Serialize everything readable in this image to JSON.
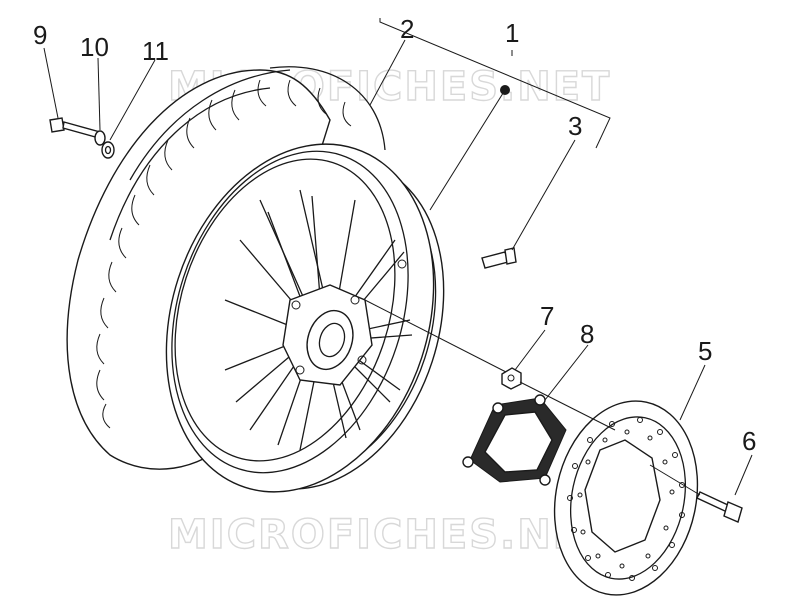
{
  "watermark": {
    "top": "MICROFICHES.NET",
    "bottom": "MICROFICHES.NET"
  },
  "callouts": {
    "c1": "1",
    "c2": "2",
    "c3": "3",
    "c5": "5",
    "c6": "6",
    "c7": "7",
    "c8": "8",
    "c9": "9",
    "c10": "10",
    "c11": "11"
  }
}
